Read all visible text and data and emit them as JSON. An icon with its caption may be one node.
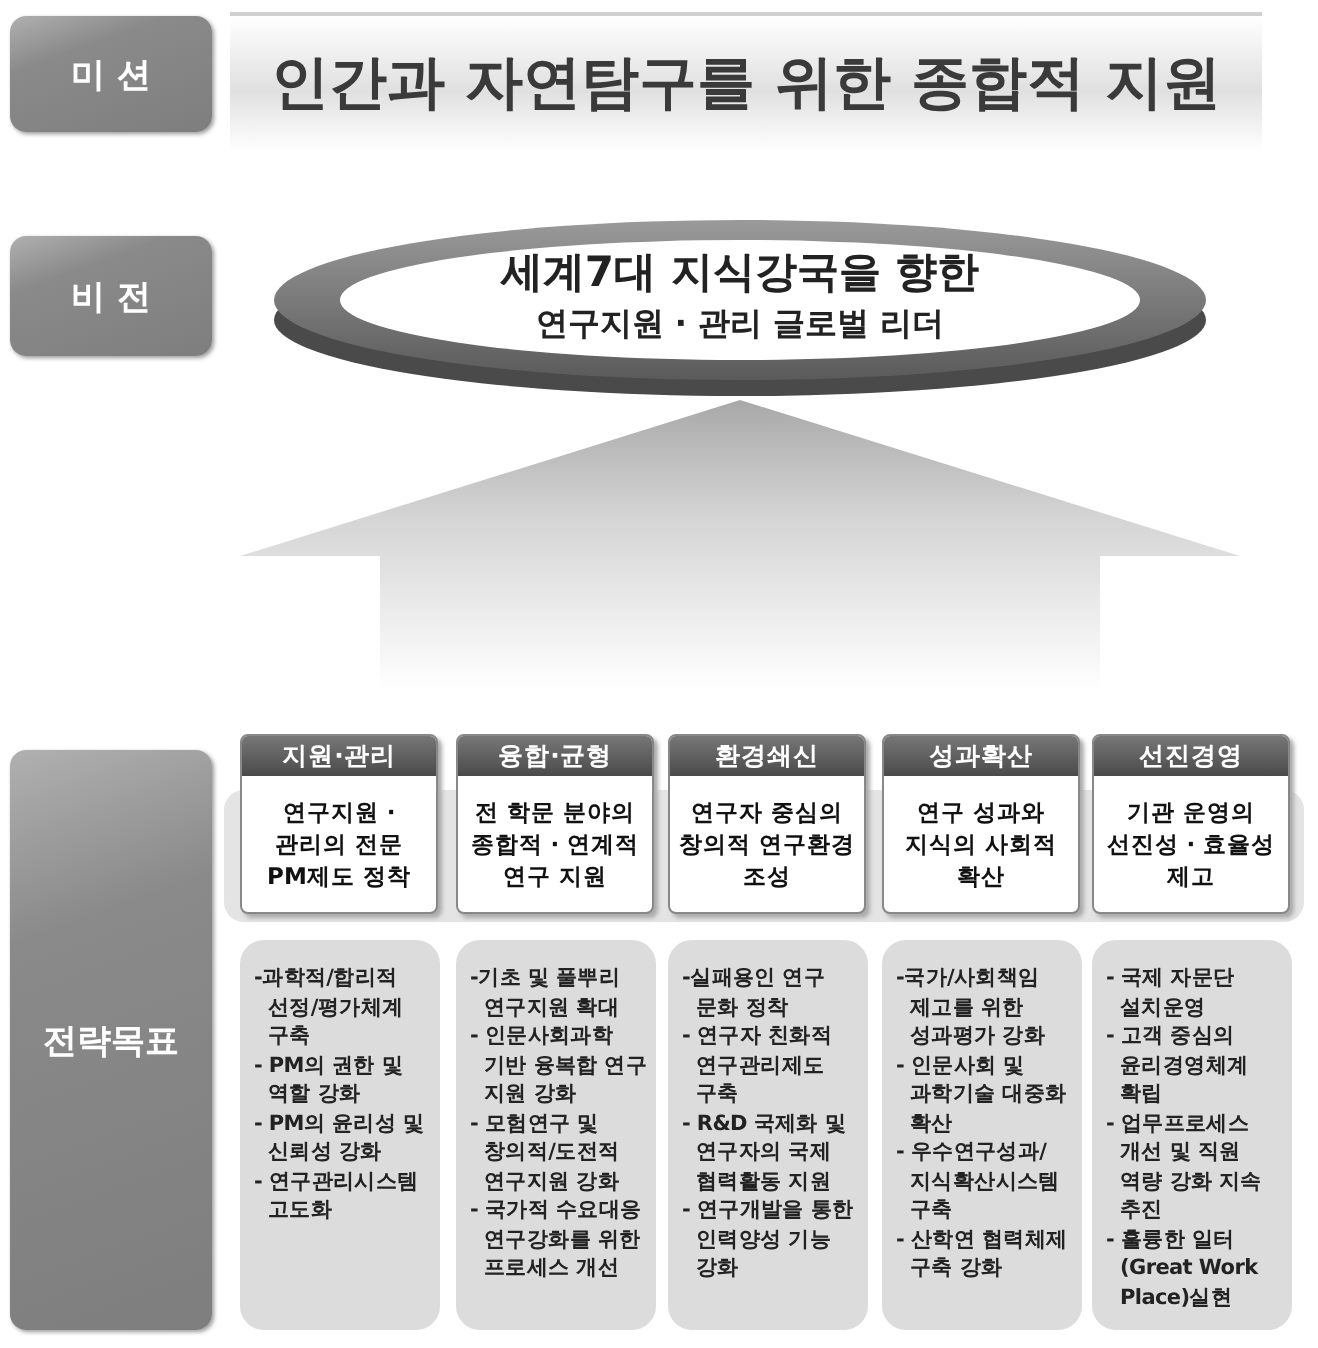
{
  "diagram": {
    "nodes": [
      {
        "text": [
          "미 션"
        ]
      },
      {
        "text": [
          "인간과 자연탐구를 위한 종합적 지원"
        ]
      },
      {
        "text": [
          "비 전"
        ]
      },
      {
        "text": [
          "세계7대 지식강국을 향한",
          "연구지원 · 관리 글로벌 리더"
        ]
      },
      {
        "text": [
          "전략목표"
        ]
      },
      {
        "text": [
          "지원·관리",
          "연구지원 · 관리의 전문 PM제도 정착"
        ]
      },
      {
        "text": [
          "-과학적/합리적 선정/평가체계 구축",
          "- PM의 권한 및 역할 강화",
          "- PM의 윤리성 및 신뢰성 강화",
          "- 연구관리시스템 고도화"
        ]
      },
      {
        "text": [
          "융합·균형",
          "전 학문 분야의 종합적 · 연계적 연구 지원"
        ]
      },
      {
        "text": [
          "-기초 및 풀뿌리 연구지원 확대",
          "- 인문사회과학 기반 융복합 연구 지원 강화",
          "- 모험연구 및 창의적/도전적 연구지원 강화",
          "- 국가적 수요대응 연구강화를 위한 프로세스 개선"
        ]
      },
      {
        "text": [
          "환경쇄신",
          "연구자 중심의 창의적 연구환경 조성"
        ]
      },
      {
        "text": [
          "-실패용인 연구 문화 정착",
          "- 연구자 친화적 연구관리제도 구축",
          "- R&D 국제화 및 연구자의 국제 협력활동 지원",
          "- 연구개발을 통한 인력양성 기능 강화"
        ]
      },
      {
        "text": [
          "성과확산",
          "연구 성과와 지식의 사회적 확산"
        ]
      },
      {
        "text": [
          "-국가/사회책임 제고를 위한 성과평가 강화",
          "- 인문사회 및 과학기술 대중화 확산",
          "- 우수연구성과/지식확산시스템 구축",
          "- 산학연 협력체제 구축 강화"
        ]
      },
      {
        "text": [
          "선진경영",
          "기관 운영의 선진성 · 효율성 제고"
        ]
      },
      {
        "text": [
          "- 국제 자문단 설치운영",
          "- 고객 중심의 윤리경영체계 확립",
          "- 업무프로세스 개선 및 직원 역량 강화 지속 추진",
          "- 훌륭한 일터 (Great Work Place)실현"
        ]
      }
    ],
    "edges": [
      {
        "from": null,
        "to": 3,
        "arrow": "to"
      }
    ]
  }
}
